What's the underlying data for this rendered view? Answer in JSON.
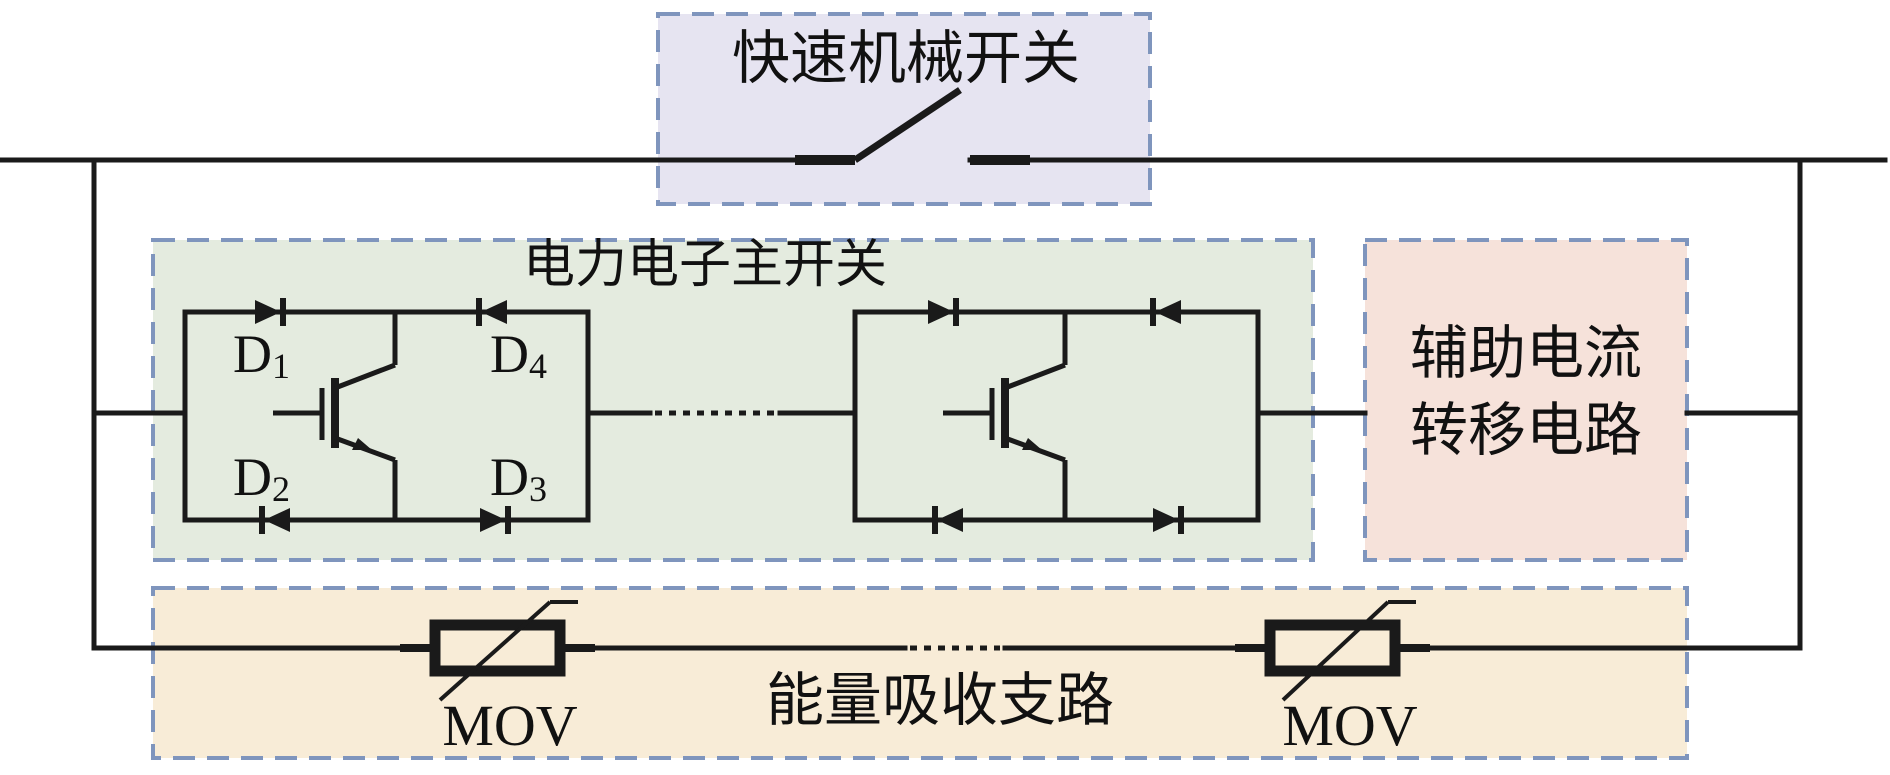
{
  "labels": {
    "mechanical_switch": "快速机械开关",
    "pe_main_switch": "电力电子主开关",
    "aux_line1": "辅助电流",
    "aux_line2": "转移电路",
    "energy_branch": "能量吸收支路",
    "mov_left": "MOV",
    "mov_right": "MOV",
    "diode_letter": "D",
    "d1_sub": "1",
    "d2_sub": "2",
    "d3_sub": "3",
    "d4_sub": "4"
  },
  "colors": {
    "wire": "#1a1a1a",
    "dash_border": "#7f95bd",
    "mechanical_fill": "#e6e4f1",
    "pe_fill": "#e4ebdf",
    "aux_fill": "#f6e2da",
    "energy_fill": "#f8ecd7"
  }
}
